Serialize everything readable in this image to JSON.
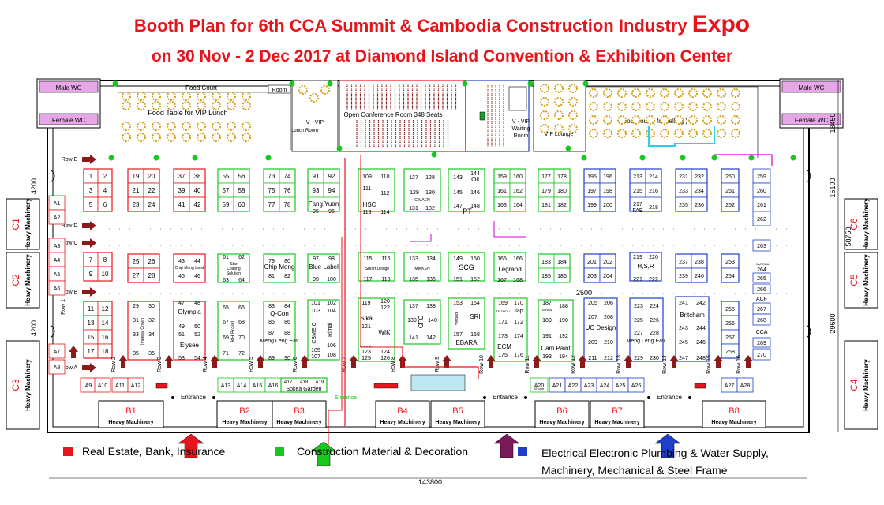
{
  "title": {
    "line1": "Booth Plan for 6th CCA Summit & Cambodia Construction Industry",
    "line1_emph": "Expo",
    "line2": "on 30 Nov - 2 Dec 2017 at Diamond Island Convention & Exhibition Center"
  },
  "colors": {
    "red": "#e8141b",
    "green": "#19c81e",
    "blue": "#1f3fc9",
    "dark_red": "#8b1a1a",
    "purple": "#7a1a5a"
  },
  "venue": {
    "male_wc": "Male WC",
    "female_wc": "Female WC",
    "food_court": "Food Court",
    "room": "Room",
    "food_table": "Food Table for VIP Lunch",
    "vvip": "V - VIP",
    "lunch_room": "Lunch Room",
    "conference": "Open Conference Room 348 Seats",
    "vip_waiting": "V - VIP",
    "waiting": "Waiting",
    "waiting_room": "Room",
    "vip_lounge": "VIP Lounge",
    "food_court_selling": "Food Court ( for selling )",
    "entrance": "Entrance",
    "sokea_garden": "Sokea Garden"
  },
  "dimensions": {
    "top_right": "13450",
    "mid_right_1": "15100",
    "total_right": "58750",
    "lower_right": "29600",
    "left_upper": "4200",
    "left_lower": "4200",
    "inner": "2500",
    "bottom": "143800"
  },
  "rows": [
    "Row E",
    "Row D",
    "Row C",
    "Row B",
    "Row A",
    "Row 1",
    "Row 2",
    "Row 3",
    "Row 4",
    "Row 5",
    "Row 6",
    "Row 7",
    "Row 8",
    "Row 9",
    "Row 10",
    "Row 11",
    "Row 12",
    "Row 13",
    "Row 14",
    "Row 15",
    "Row 16"
  ],
  "heavy": {
    "label": "Heavy Machinery",
    "zones": [
      "C1",
      "C2",
      "C3",
      "C4",
      "C5",
      "C6",
      "B1",
      "B2",
      "B3",
      "B4",
      "B5",
      "B6",
      "B7",
      "B8"
    ]
  },
  "a_booths": [
    "A1",
    "A2",
    "A3",
    "A4",
    "A5",
    "A6",
    "A7",
    "A8",
    "A9",
    "A10",
    "A11",
    "A12",
    "A13",
    "A14",
    "A15",
    "A16",
    "A17",
    "A18",
    "A19",
    "A20",
    "A21",
    "A22",
    "A23",
    "A24",
    "A25",
    "A26",
    "A27",
    "A28"
  ],
  "a20_sub": "Vhome",
  "exhibitors": {
    "oil": "Oil",
    "hsc": "HSC",
    "cimaen": "CIMAEN",
    "pt": "PT",
    "fang_yuan": "Fang Yuan",
    "star": "Star",
    "coating": "Coating",
    "solution": "Solution",
    "chip_mong_land": "Chip Mong Land",
    "chip_mong": "Chip Mong",
    "blue_label": "Blue Label",
    "smart_design": "Smart Design",
    "mikken": "MIKKEN",
    "scg": "SCG",
    "legrand": "Legrand",
    "hsr": "H,S,R",
    "fae": "FAE",
    "olympia": "Olympia",
    "elysee": "Elysee",
    "imperial_crown": "Imperial Crown",
    "khmer_brand": "KH Brand",
    "q_con": "Q-Con",
    "meng_leng_eav": "Meng Leng Eav",
    "cbmeic": "CBMEIC",
    "rimal": "Rimal",
    "sika": "Sika",
    "wiki": "WIKI",
    "cannovia": "Cannovia",
    "cfc": "CFC",
    "viwood": "viwood",
    "sri": "SRI",
    "ebara": "EBARA",
    "taiyo": "TAIZHOU",
    "ilap": "Ilap",
    "ecm": "ECM",
    "nihan": "NIHAN",
    "cam_paint": "Cam Paint",
    "uc_design": "UC Design",
    "britcham": "Britcham",
    "cca": "CCA",
    "acf": "ACF",
    "kapoha": "KAPOHA"
  },
  "legend": {
    "red": "Real Estate, Bank, Insurance",
    "green": "Construction Material & Decoration",
    "blue_line1": "Electrical Electronic Plumbing & Water Supply,",
    "blue_line2": "Machinery, Mechanical & Steel Frame"
  }
}
